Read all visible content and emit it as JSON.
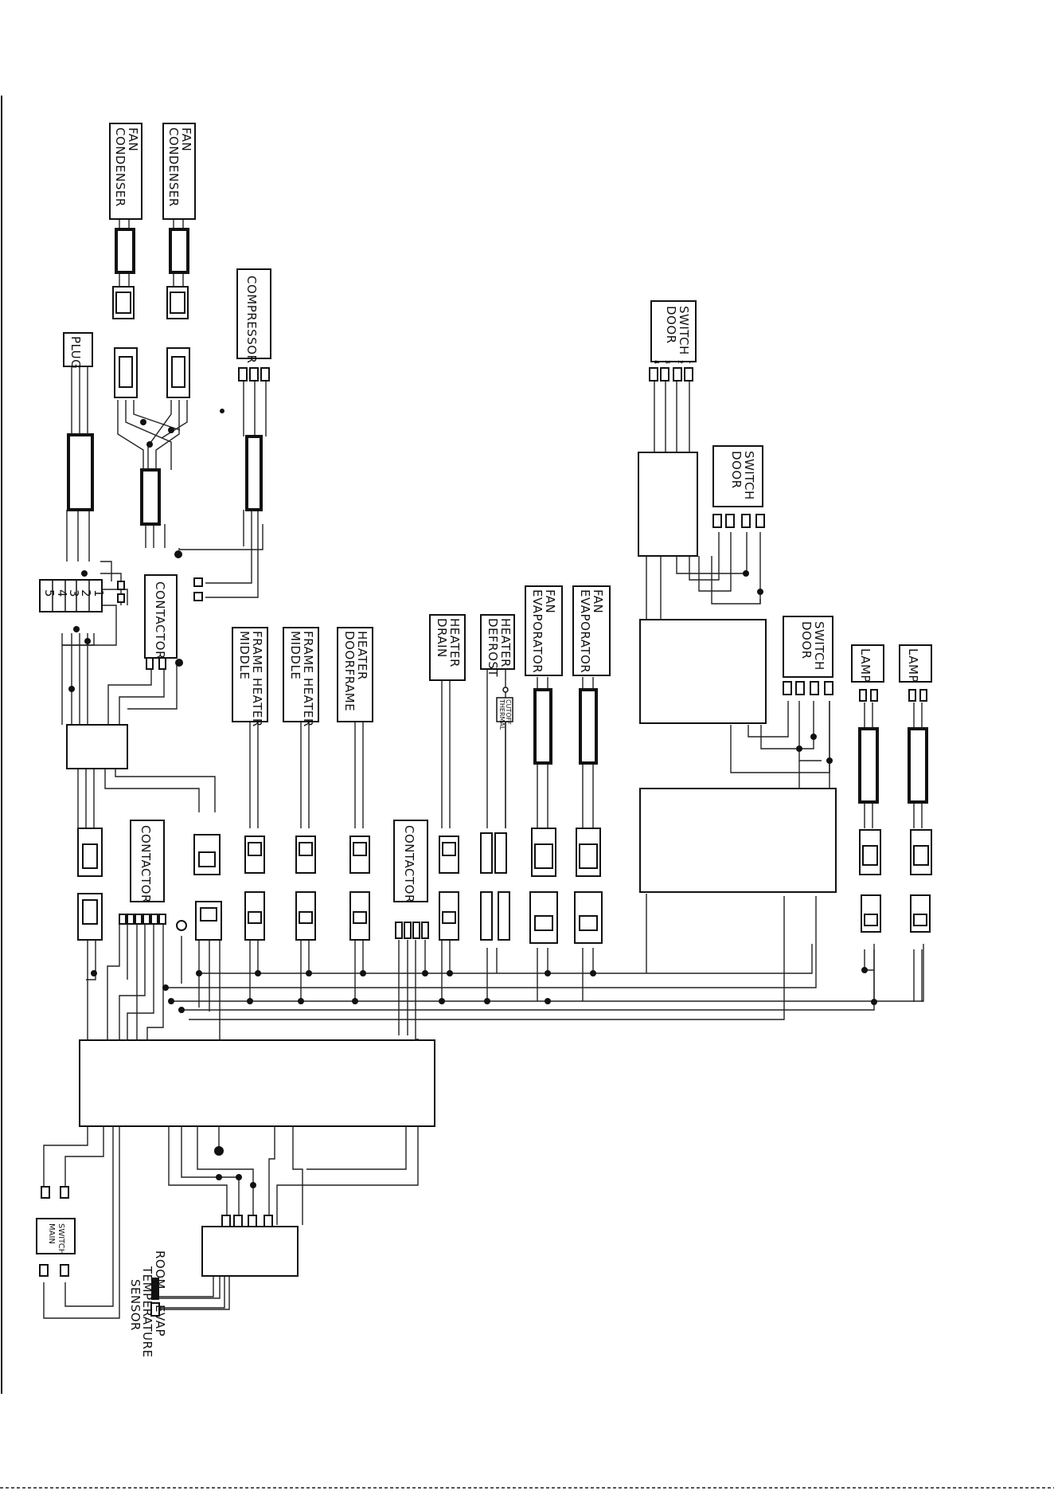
{
  "labels": {
    "condenser_fan_1": [
      "CONDENSER",
      "FAN"
    ],
    "condenser_fan_2": [
      "CONDENSER",
      "FAN"
    ],
    "compressor": "COMPRESSOR",
    "plug": "PLUG",
    "contactor_top": "CONTACTOR",
    "contactor_mid": "CONTACTOR",
    "contactor_right": "CONTACTOR",
    "middle_frame_heater_1": [
      "MIDDLE",
      "FRAME HEATER"
    ],
    "middle_frame_heater_2": [
      "MIDDLE",
      "FRAME HEATER"
    ],
    "doorframe_heater": [
      "DOORFRAME",
      "HEATER"
    ],
    "drain_heater": [
      "DRAIN",
      "HEATER"
    ],
    "defrost_heater": [
      "DEFROST",
      "HEATER"
    ],
    "thermal_cutoff": [
      "THERMAL",
      "CUTOFF"
    ],
    "evaporator_fan_1": [
      "EVAPORATOR",
      "FAN"
    ],
    "evaporator_fan_2": [
      "EVAPORATOR",
      "FAN"
    ],
    "door_switch_1": [
      "DOOR",
      "SWITCH"
    ],
    "door_switch_2": [
      "DOOR",
      "SWITCH"
    ],
    "door_switch_3": [
      "DOOR",
      "SWITCH"
    ],
    "lamp_1": "LAMP",
    "lamp_2": "LAMP",
    "main_switch": [
      "MAIN",
      "SWITCH"
    ],
    "room_temp_sensor": [
      "ROOM",
      "TEMPERATURE",
      "SENSOR"
    ],
    "evap_sensor": "EVAP"
  },
  "terminal_block_numbers": [
    "1",
    "2",
    "3",
    "4",
    "5"
  ],
  "door_switch_pin_numbers": [
    "4",
    "3",
    "2",
    "1"
  ]
}
